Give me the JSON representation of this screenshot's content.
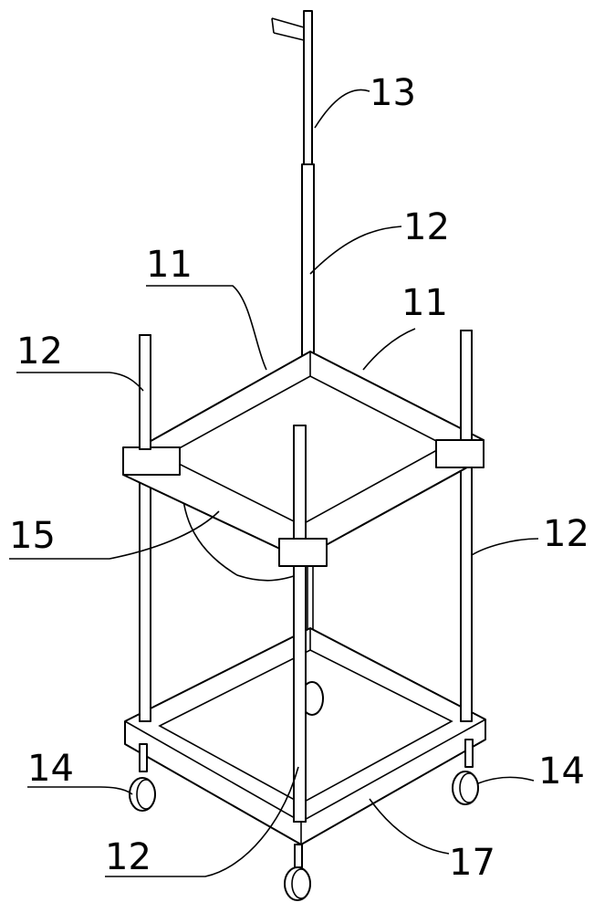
{
  "figure": {
    "labels": {
      "top_pole": "13",
      "pole_upper": "12",
      "frame_left": "11",
      "frame_right": "11",
      "post_left": "12",
      "bag": "15",
      "post_right": "12",
      "wheel_left": "14",
      "wheel_right": "14",
      "post_front": "12",
      "base": "17"
    }
  }
}
